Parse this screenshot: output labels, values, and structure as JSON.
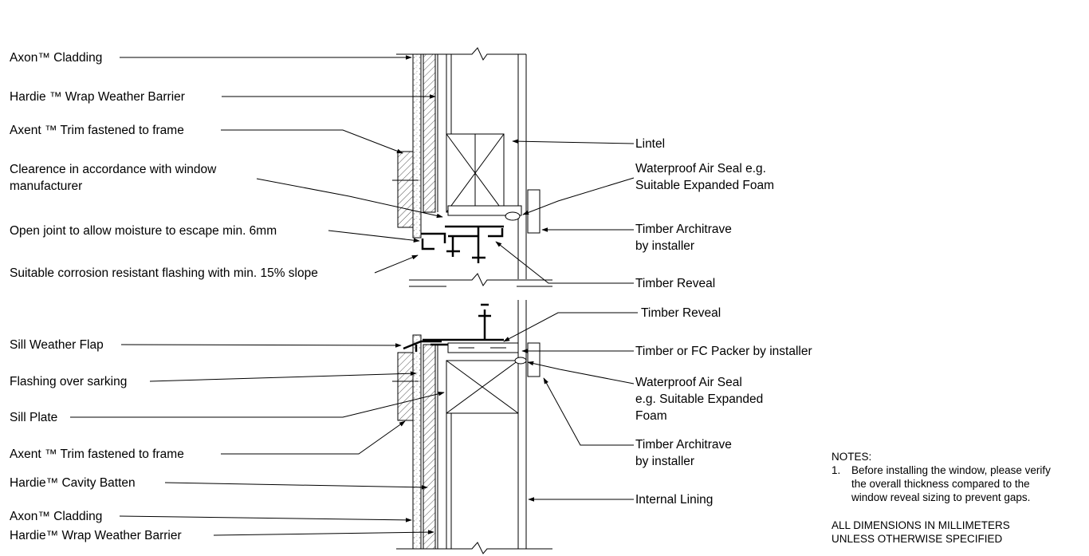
{
  "drawing": {
    "line_color": "#000000",
    "background": "#ffffff",
    "subject": "window head and sill cladding section detail"
  },
  "labels": {
    "left": [
      {
        "text": "Axon™ Cladding"
      },
      {
        "text": "Hardie ™ Wrap Weather Barrier"
      },
      {
        "text": "Axent ™ Trim fastened to frame"
      },
      {
        "text": "Clearence in accordance with window\nmanufacturer"
      },
      {
        "text": "Open joint to allow moisture to escape min. 6mm"
      },
      {
        "text": "Suitable corrosion resistant flashing with min. 15% slope"
      },
      {
        "text": "Sill Weather Flap"
      },
      {
        "text": "Flashing over sarking"
      },
      {
        "text": "Sill Plate"
      },
      {
        "text": "Axent ™ Trim fastened to frame"
      },
      {
        "text": "Hardie™ Cavity Batten"
      },
      {
        "text": "Axon™ Cladding"
      },
      {
        "text": "Hardie™ Wrap Weather Barrier"
      }
    ],
    "right": [
      {
        "text": "Lintel"
      },
      {
        "text": "Waterproof Air Seal e.g.\nSuitable Expanded Foam"
      },
      {
        "text": "Timber  Architrave\nby installer"
      },
      {
        "text": "Timber Reveal"
      },
      {
        "text": "Timber Reveal"
      },
      {
        "text": "Timber or FC Packer by installer"
      },
      {
        "text": "Waterproof Air Seal\ne.g. Suitable Expanded\nFoam"
      },
      {
        "text": "Timber Architrave\nby installer"
      },
      {
        "text": "Internal Lining"
      }
    ]
  },
  "notes": {
    "heading": "NOTES:",
    "item_number": "1.",
    "item_text": "Before installing the window, please verify\nthe overall thickness compared to the\nwindow reveal sizing to prevent gaps.",
    "dimensions_note": "ALL DIMENSIONS IN MILLIMETERS\nUNLESS OTHERWISE SPECIFIED"
  }
}
